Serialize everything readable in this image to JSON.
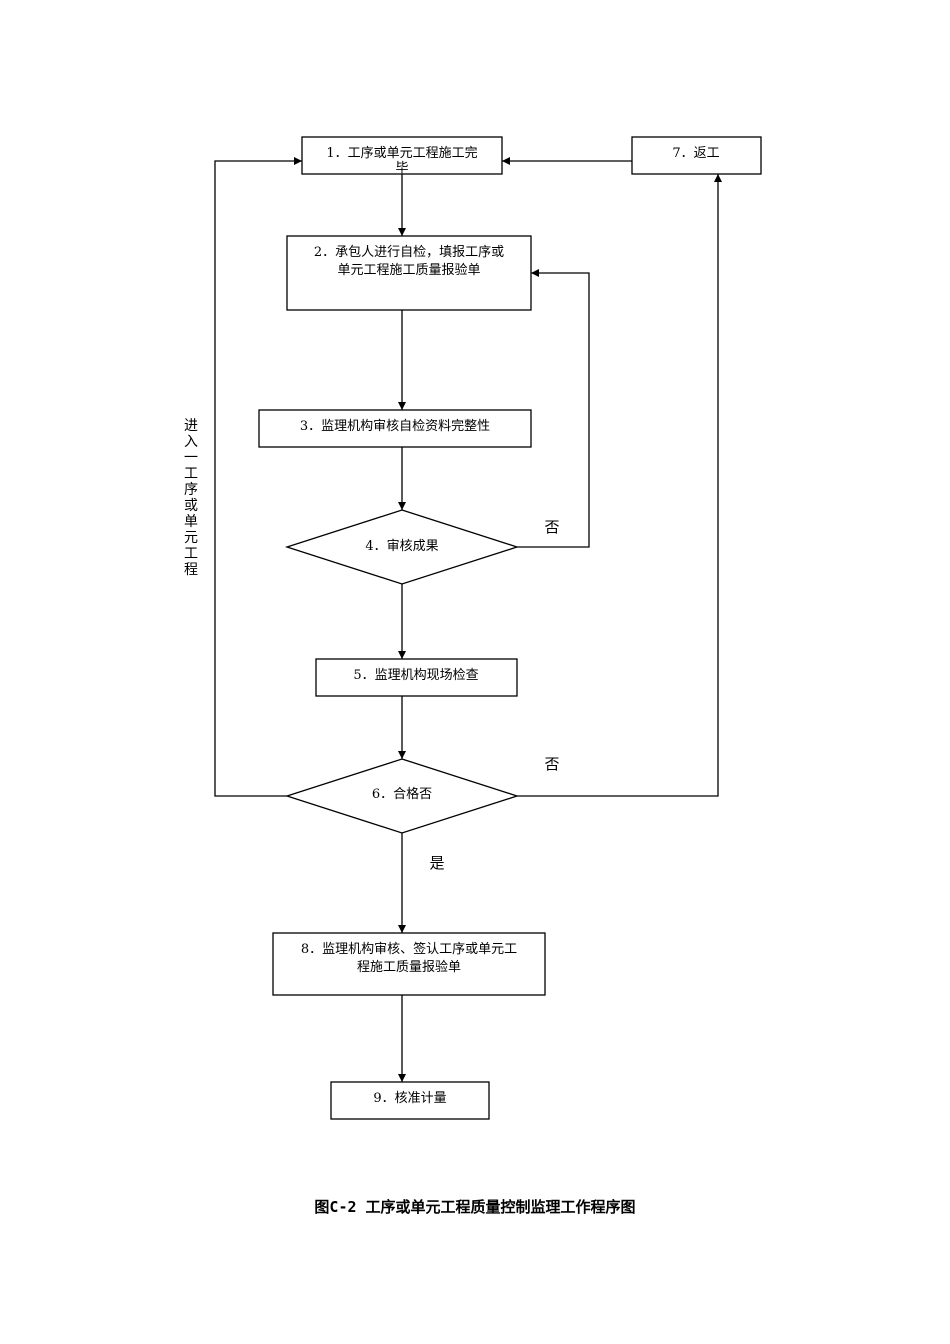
{
  "nodes": {
    "n1": {
      "line1": "1．工序或单元工程施工完",
      "line2": "毕"
    },
    "n2": {
      "line1": "2．承包人进行自检，填报工序或",
      "line2": "单元工程施工质量报验单"
    },
    "n3": {
      "line1": "3．监理机构审核自检资料完整性"
    },
    "n4": {
      "line1": "4．审核成果"
    },
    "n5": {
      "line1": "5．监理机构现场检查"
    },
    "n6": {
      "line1": "6．合格否"
    },
    "n7": {
      "line1": "7．返工"
    },
    "n8": {
      "line1": "8．监理机构审核、签认工序或单元工",
      "line2": "程施工质量报验单"
    },
    "n9": {
      "line1": "9．核准计量"
    }
  },
  "labels": {
    "no_review": "否",
    "no_qualified": "否",
    "yes_qualified": "是"
  },
  "side_label": [
    "进",
    "入",
    "一",
    "工",
    "序",
    "或",
    "单",
    "元",
    "工",
    "程"
  ],
  "caption": "图C-2 工序或单元工程质量控制监理工作程序图"
}
